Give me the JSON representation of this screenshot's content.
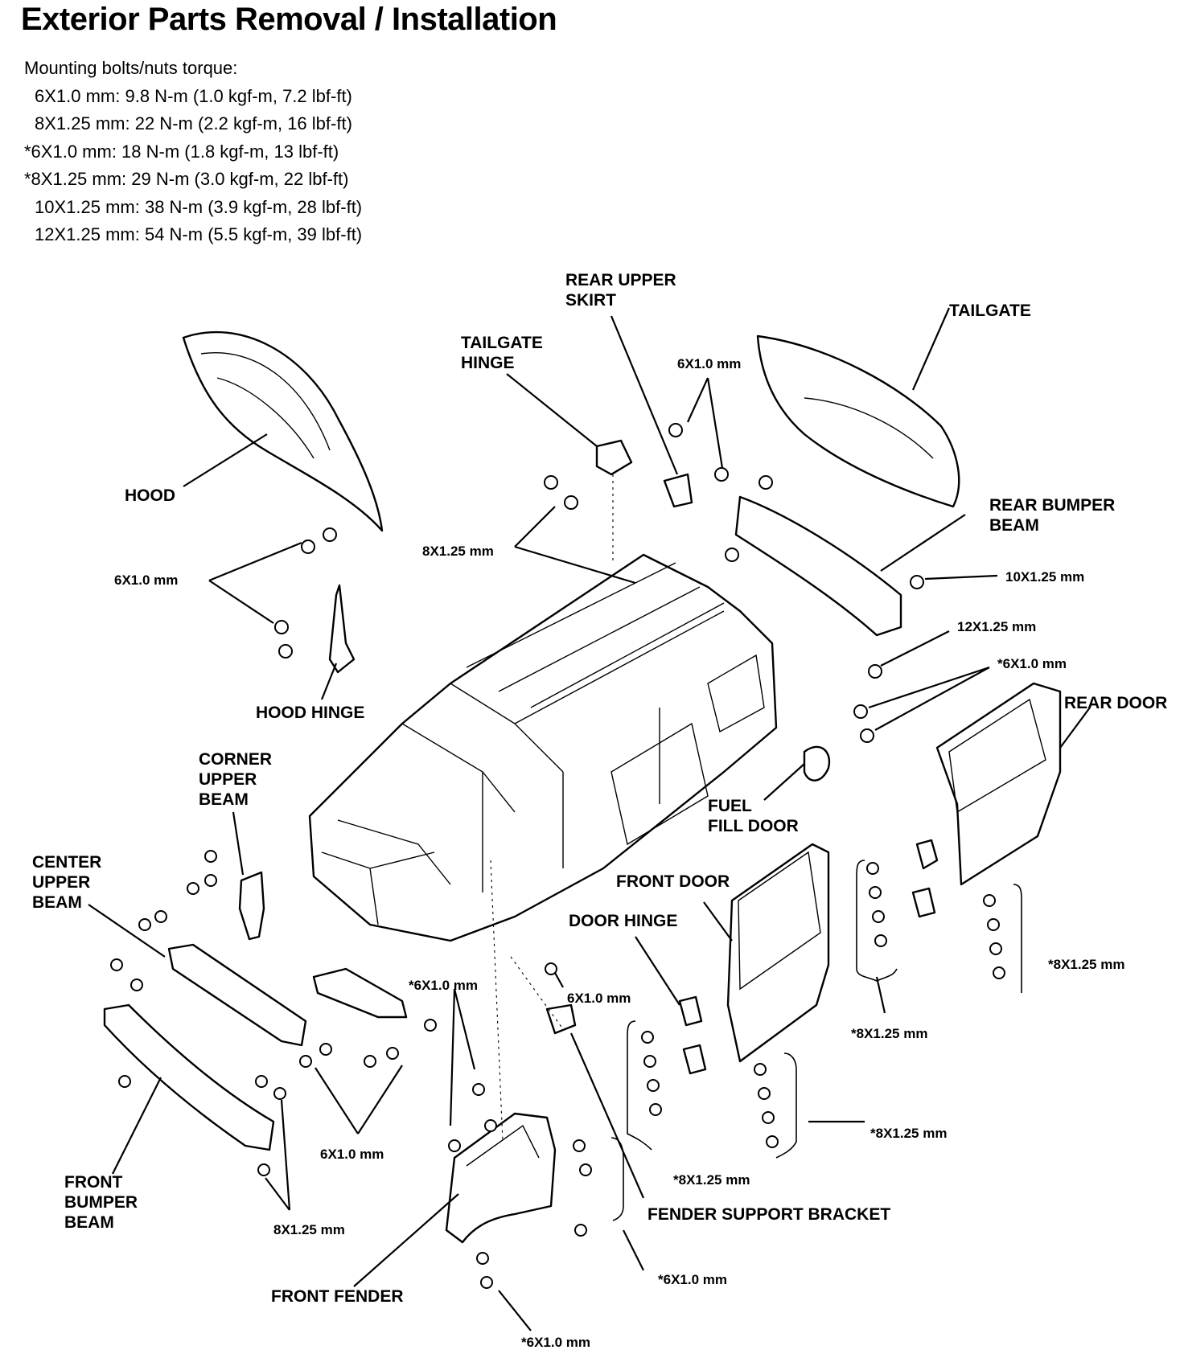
{
  "title": "Exterior Parts Removal / Installation",
  "torque": {
    "heading": "Mounting bolts/nuts torque:",
    "rows": [
      "6X1.0 mm: 9.8 N-m (1.0 kgf-m, 7.2 lbf-ft)",
      "8X1.25 mm: 22 N-m (2.2 kgf-m, 16 lbf-ft)",
      "*6X1.0 mm: 18 N-m (1.8 kgf-m, 13 lbf-ft)",
      "*8X1.25 mm: 29 N-m (3.0 kgf-m, 22 lbf-ft)",
      "10X1.25 mm: 38 N-m (3.9 kgf-m, 28 lbf-ft)",
      "12X1.25 mm: 54 N-m (5.5 kgf-m, 39 lbf-ft)"
    ]
  },
  "parts": {
    "hood": "HOOD",
    "hood_hinge": "HOOD HINGE",
    "tailgate_hinge": "TAILGATE\nHINGE",
    "rear_upper_skirt": "REAR UPPER\nSKIRT",
    "tailgate": "TAILGATE",
    "rear_bumper_beam": "REAR BUMPER\nBEAM",
    "rear_door": "REAR DOOR",
    "fuel_fill_door": "FUEL\nFILL DOOR",
    "front_door": "FRONT DOOR",
    "door_hinge": "DOOR HINGE",
    "corner_upper_beam": "CORNER\nUPPER\nBEAM",
    "center_upper_beam": "CENTER\nUPPER\nBEAM",
    "front_bumper_beam": "FRONT\nBUMPER\nBEAM",
    "front_fender": "FRONT FENDER",
    "fender_support_bracket": "FENDER SUPPORT BRACKET"
  },
  "fasteners": {
    "hood_bolts": "6X1.0 mm",
    "tailgate_hinge_bolts": "8X1.25 mm",
    "skirt_bolts": "6X1.0 mm",
    "rear_bumper_nut": "10X1.25 mm",
    "rear_bumper_bolt": "12X1.25 mm",
    "rear_door_bolts": "*6X1.0 mm",
    "rear_hinge_body_bolts": "*8X1.25 mm",
    "rear_hinge_door_bolts": "*8X1.25 mm",
    "fender_upper_bolts": "*6X1.0 mm",
    "bracket_bolts": "6X1.0 mm",
    "beam_bolts": "6X1.0 mm",
    "front_bumper_bolts": "8X1.25 mm",
    "front_hinge_body_bolts": "*8X1.25 mm",
    "front_hinge_door_bolts": "*8X1.25 mm",
    "fender_rear_bolts": "*6X1.0 mm",
    "fender_lower_bolts": "*6X1.0 mm"
  }
}
